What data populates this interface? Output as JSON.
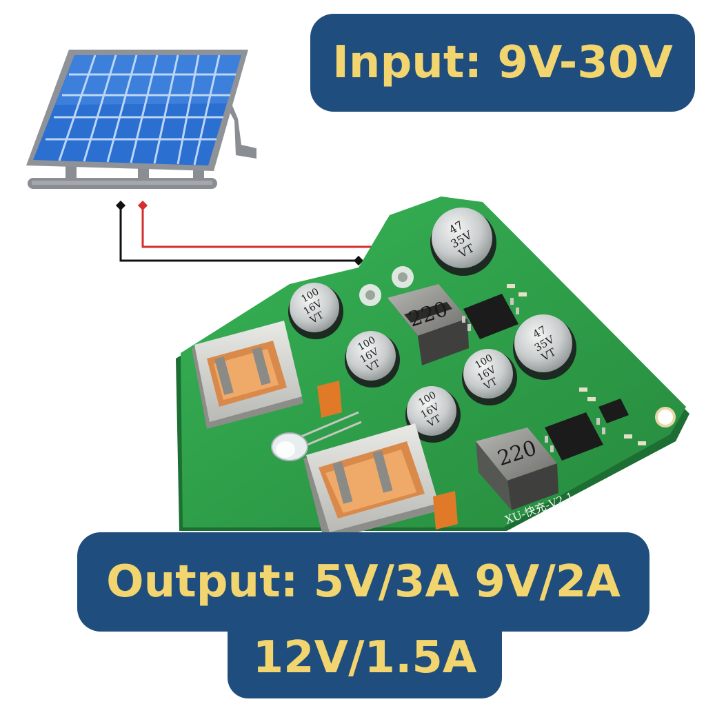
{
  "banner_input": "Input: 9V-30V",
  "banner_output_line1": "Output: 5V/3A 9V/2A",
  "banner_output_line2": "12V/1.5A",
  "colors": {
    "banner_bg": "#1f4e7e",
    "banner_text": "#f2d56e",
    "pcb_green": "#2f9e4a",
    "panel_blue": "#2b6fd1",
    "wire_red": "#d42e2e",
    "wire_black": "#111111"
  },
  "board_markings": {
    "capacitor_large_a": [
      "47",
      "35V",
      "VT"
    ],
    "capacitor_large_b": [
      "47",
      "35V",
      "VT"
    ],
    "capacitor_small_a": [
      "100",
      "16V",
      "VT"
    ],
    "capacitor_small_b": [
      "100",
      "16V",
      "VT"
    ],
    "capacitor_small_c": [
      "100",
      "16V",
      "VT"
    ],
    "capacitor_small_d": [
      "100",
      "16V",
      "VT"
    ],
    "inductor_a": "220",
    "inductor_b": "220",
    "board_version": "XU-快充-V2.1"
  },
  "icons": [
    "solar-panel-icon",
    "pcb-board-image",
    "usb-port-icon",
    "led-icon"
  ]
}
